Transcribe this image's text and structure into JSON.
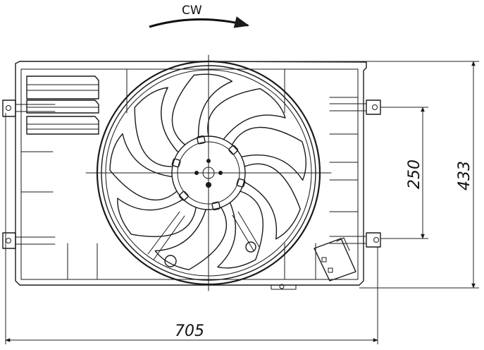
{
  "rotation": {
    "label": "CW"
  },
  "dimensions": {
    "width": "705",
    "height": "433",
    "mount_spacing": "250"
  }
}
